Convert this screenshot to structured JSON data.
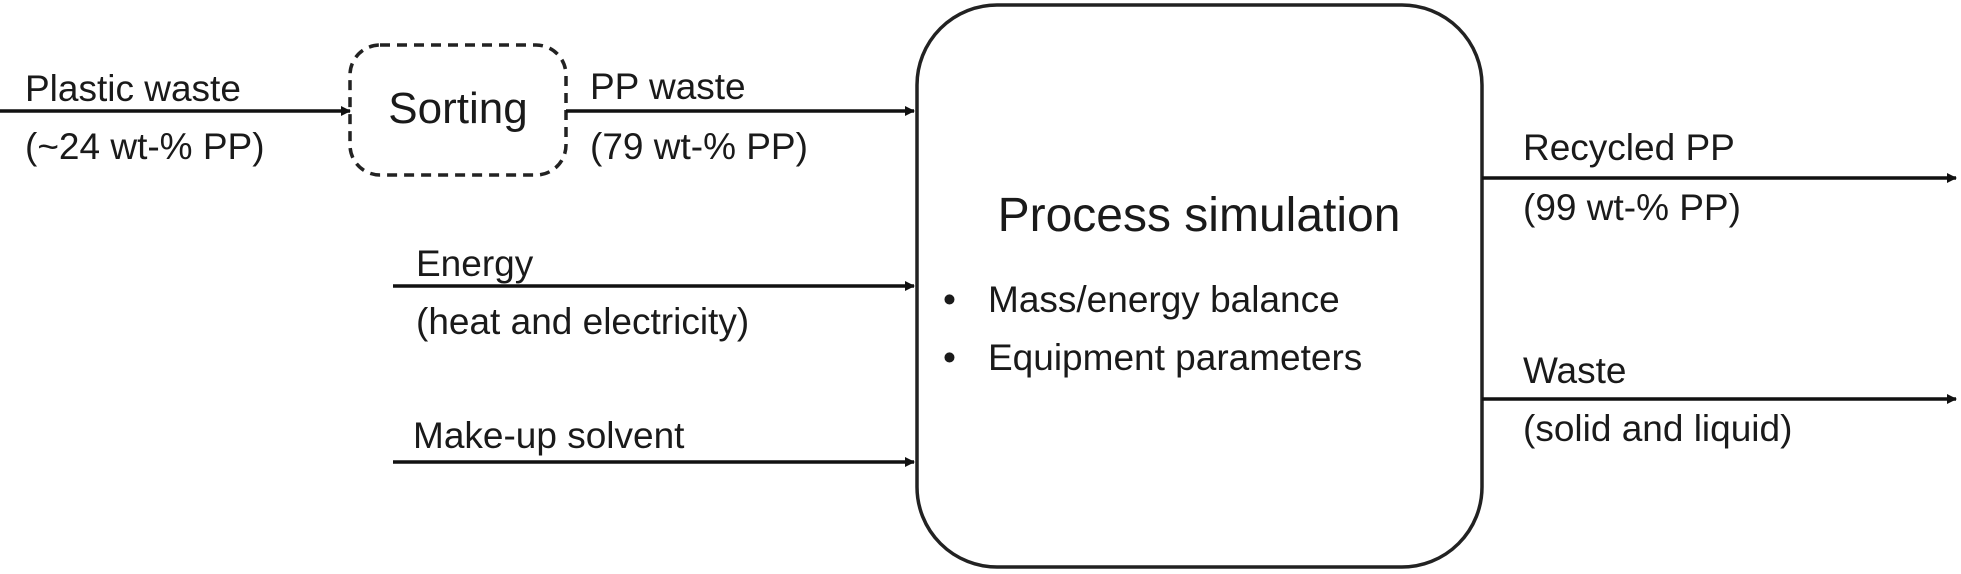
{
  "inputs": {
    "plastic_waste": {
      "name": "Plastic waste",
      "detail": "(~24 wt-% PP)"
    },
    "pp_waste": {
      "name": "PP waste",
      "detail": "(79 wt-% PP)"
    },
    "energy": {
      "name": "Energy",
      "detail": "(heat and electricity)"
    },
    "solvent": {
      "name": "Make-up solvent"
    }
  },
  "sorting": {
    "label": "Sorting"
  },
  "process": {
    "title": "Process simulation",
    "bullets": [
      "Mass/energy balance",
      "Equipment parameters"
    ],
    "bullet_symbol": "•"
  },
  "outputs": {
    "recycled_pp": {
      "name": "Recycled PP",
      "detail": "(99 wt-% PP)"
    },
    "waste": {
      "name": "Waste",
      "detail": "(solid and liquid)"
    }
  }
}
